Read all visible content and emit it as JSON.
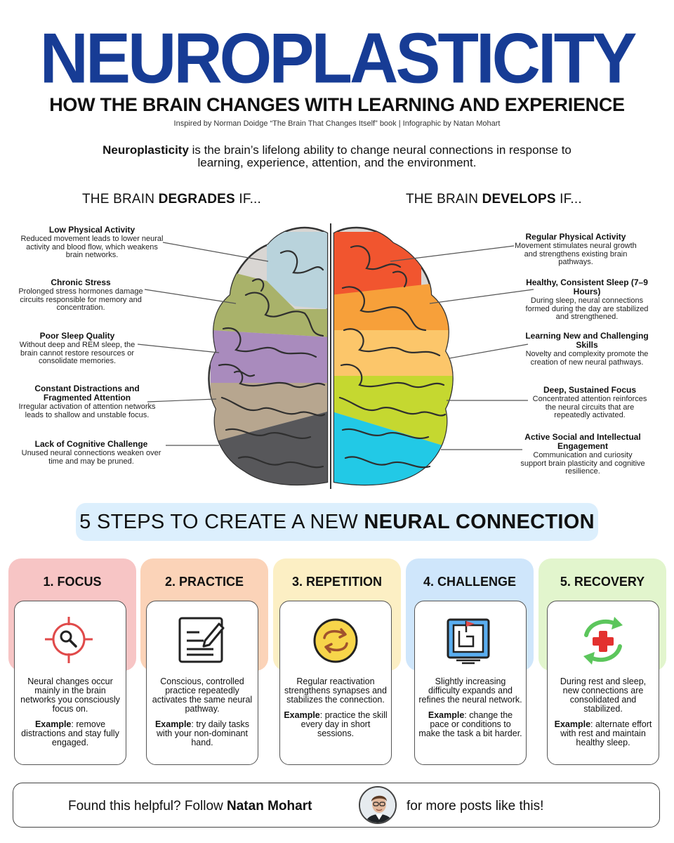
{
  "header": {
    "title": "NEUROPLASTICITY",
    "subtitle": "HOW THE BRAIN CHANGES WITH LEARNING AND EXPERIENCE",
    "credit": "Inspired by Norman Doidge “The Brain That Changes Itself” book | Infographic by Natan Mohart"
  },
  "definition": {
    "term": "Neuroplasticity",
    "text": " is the brain’s lifelong ability to change neural connections in response to learning, experience, attention, and the environment."
  },
  "degrades": {
    "heading_pre": "THE BRAIN ",
    "heading_bold": "DEGRADES",
    "heading_post": " IF...",
    "items": [
      {
        "title": "Low Physical Activity",
        "text": "Reduced movement leads to lower neural activity and blood flow, which weakens brain networks."
      },
      {
        "title": "Chronic Stress",
        "text": "Prolonged stress hormones damage circuits responsible for memory and concentration."
      },
      {
        "title": "Poor Sleep Quality",
        "text": "Without deep and REM sleep, the brain cannot restore resources or consolidate memories."
      },
      {
        "title": "Constant Distractions and Fragmented Attention",
        "text": "Irregular activation of attention networks leads to shallow and unstable focus."
      },
      {
        "title": "Lack of Cognitive Challenge",
        "text": "Unused neural connections weaken over time and may be pruned."
      }
    ]
  },
  "develops": {
    "heading_pre": "THE BRAIN ",
    "heading_bold": "DEVELOPS",
    "heading_post": " IF...",
    "items": [
      {
        "title": "Regular Physical Activity",
        "text": "Movement stimulates neural growth and strengthens existing brain pathways."
      },
      {
        "title": "Healthy, Consistent Sleep (7–9 Hours)",
        "text": "During sleep, neural connections formed during the day are stabilized and strengthened."
      },
      {
        "title": "Learning New and Challenging Skills",
        "text": "Novelty and complexity promote the creation of new neural pathways."
      },
      {
        "title": "Deep, Sustained Focus",
        "text": "Concentrated attention reinforces the neural circuits that are repeatedly activated."
      },
      {
        "title": "Active Social and Intellectual Engagement",
        "text": "Communication and curiosity support brain plasticity and cognitive resilience."
      }
    ]
  },
  "steps": {
    "heading_pre": "5 STEPS TO CREATE A NEW ",
    "heading_bold": "NEURAL CONNECTION",
    "items": [
      {
        "title": "1. FOCUS",
        "icon": "target-search-icon",
        "color": "#f7c5c5",
        "text": "Neural changes occur mainly in the brain networks you consciously focus on.",
        "example_label": "Example",
        "example": ": remove distractions and stay fully engaged."
      },
      {
        "title": "2. PRACTICE",
        "icon": "document-pen-icon",
        "color": "#fbd3b8",
        "text": "Conscious, controlled practice repeatedly activates the same neural pathway.",
        "example_label": "Example",
        "example": ": try daily tasks with your non-dominant hand."
      },
      {
        "title": "3. REPETITION",
        "icon": "repeat-arrows-icon",
        "color": "#fcefc4",
        "text": "Regular reactivation strengthens synapses and stabilizes the connection.",
        "example_label": "Example",
        "example": ": practice the skill every day in short sessions."
      },
      {
        "title": "4. CHALLENGE",
        "icon": "maze-flag-icon",
        "color": "#cfe6fb",
        "text": "Slightly increasing difficulty expands and refines the neural network.",
        "example_label": "Example",
        "example": ": change the pace or conditions to make the task a bit harder."
      },
      {
        "title": "5. RECOVERY",
        "icon": "recovery-cross-icon",
        "color": "#e2f5cd",
        "text": "During rest and sleep, new connections are consolidated and stabilized.",
        "example_label": "Example",
        "example": ": alternate effort with rest and maintain healthy sleep."
      }
    ]
  },
  "footer": {
    "pre": "Found this helpful? Follow ",
    "name": "Natan Mohart",
    "post": "for more posts like this!"
  },
  "colors": {
    "title": "#173c95",
    "degrade_regions": [
      "#b9d3dc",
      "#a9b26a",
      "#a98bbd",
      "#b7a68f",
      "#57575a"
    ],
    "develop_regions": [
      "#f1552f",
      "#f7a03a",
      "#fcc66a",
      "#c5d830",
      "#22c9e6"
    ]
  }
}
